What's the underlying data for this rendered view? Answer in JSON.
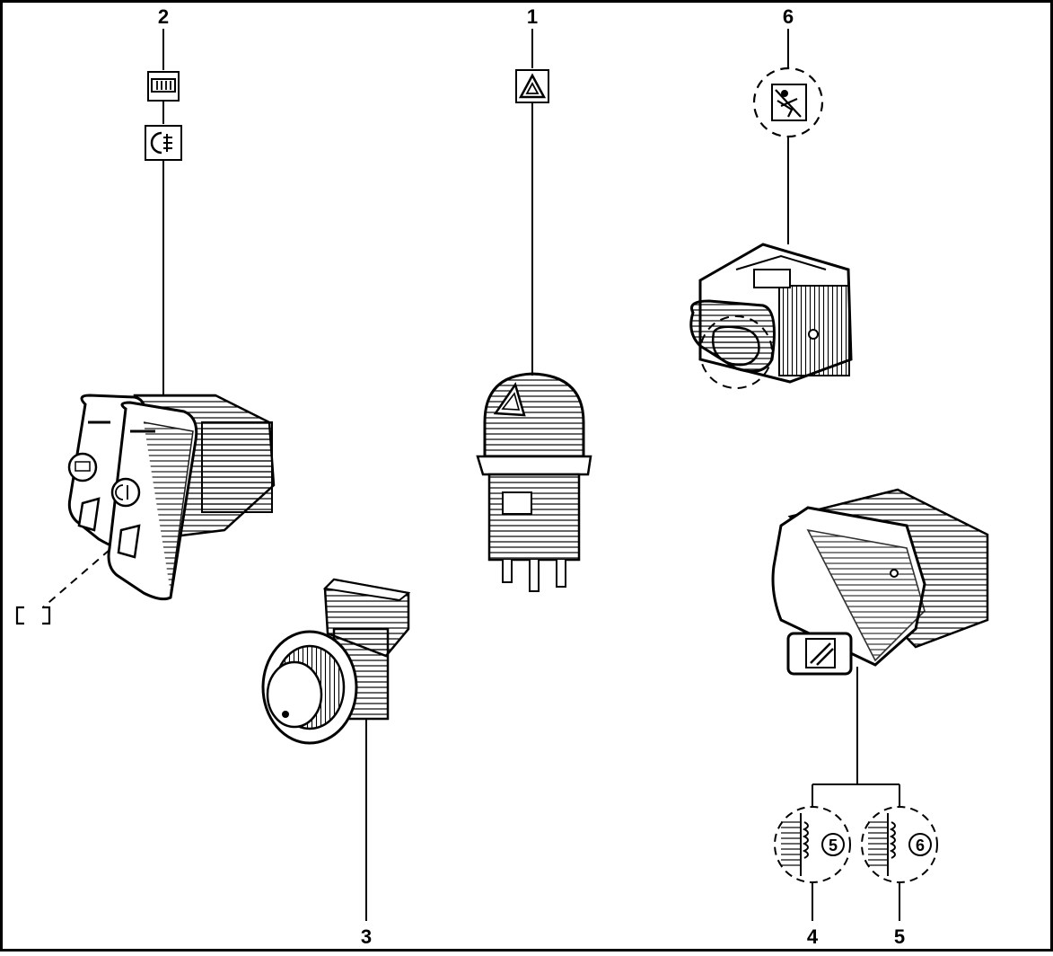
{
  "callouts": {
    "c1": "1",
    "c2": "2",
    "c3": "3",
    "c4": "4",
    "c5": "5",
    "c6": "6"
  },
  "badges": {
    "b5": "5",
    "b6": "6"
  },
  "icons": {
    "rear_defrost": "rear-defrost-icon",
    "fog_light": "rear-fog-light-icon",
    "hazard": "hazard-warning-icon",
    "airbag_off": "passenger-airbag-off-icon",
    "window": "power-window-icon"
  },
  "colors": {
    "line": "#000000",
    "paper": "#ffffff"
  }
}
